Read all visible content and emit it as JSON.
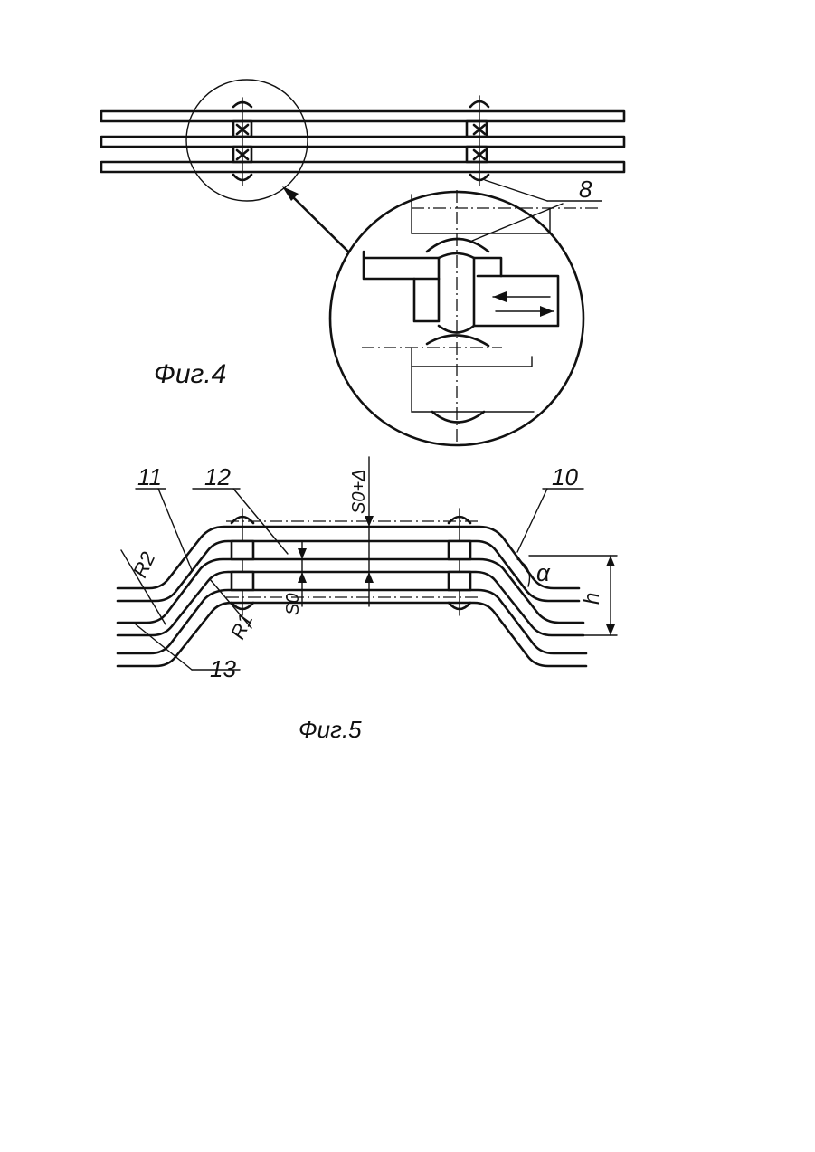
{
  "figure4": {
    "caption": "Фиг.4",
    "labels": {
      "ref8": "8"
    }
  },
  "figure5": {
    "caption": "Фиг.5",
    "labels": {
      "ref10": "10",
      "ref11": "11",
      "ref12": "12",
      "ref13": "13",
      "r1": "R1",
      "r2": "R2",
      "s0": "S0",
      "s0_delta": "S0+Δ",
      "alpha": "α",
      "h": "h"
    }
  }
}
